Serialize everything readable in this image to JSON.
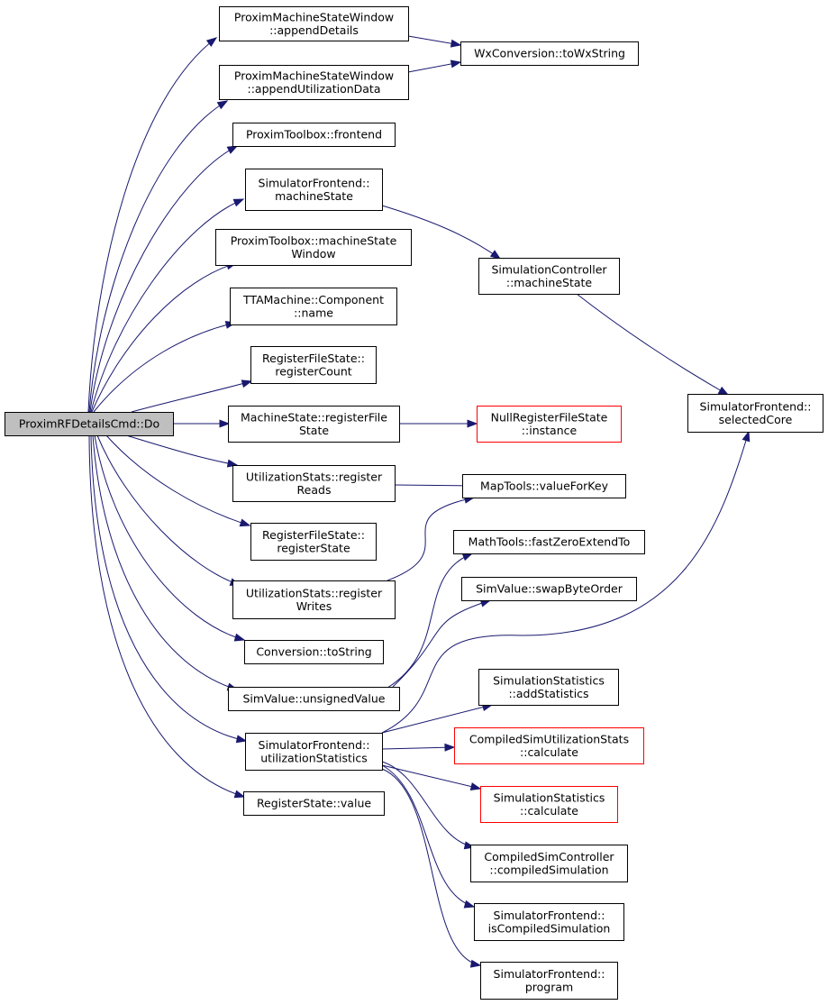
{
  "diagram": {
    "type": "call-graph",
    "colors": {
      "edge": "#191970",
      "node_border": "#000000",
      "root_fill": "#bfbfbf",
      "undocumented_border": "#ff0000",
      "background": "#ffffff"
    },
    "nodes": [
      {
        "id": "root",
        "lines": [
          "ProximRFDetailsCmd::Do"
        ],
        "style": "root"
      },
      {
        "id": "pmsw_append_details",
        "lines": [
          "ProximMachineStateWindow",
          "::appendDetails"
        ],
        "style": "normal"
      },
      {
        "id": "pmsw_append_util",
        "lines": [
          "ProximMachineStateWindow",
          "::appendUtilizationData"
        ],
        "style": "normal"
      },
      {
        "id": "wx_to_wx_string",
        "lines": [
          "WxConversion::toWxString"
        ],
        "style": "normal"
      },
      {
        "id": "proxim_toolbox_frontend",
        "lines": [
          "ProximToolbox::frontend"
        ],
        "style": "normal"
      },
      {
        "id": "sf_machine_state",
        "lines": [
          "SimulatorFrontend::",
          "machineState"
        ],
        "style": "normal"
      },
      {
        "id": "pt_machine_state_window",
        "lines": [
          "ProximToolbox::machineState",
          "Window"
        ],
        "style": "normal"
      },
      {
        "id": "sc_machine_state",
        "lines": [
          "SimulationController",
          "::machineState"
        ],
        "style": "normal"
      },
      {
        "id": "tta_component_name",
        "lines": [
          "TTAMachine::Component",
          "::name"
        ],
        "style": "normal"
      },
      {
        "id": "rfs_register_count",
        "lines": [
          "RegisterFileState::",
          "registerCount"
        ],
        "style": "normal"
      },
      {
        "id": "sf_selected_core",
        "lines": [
          "SimulatorFrontend::",
          "selectedCore"
        ],
        "style": "normal"
      },
      {
        "id": "ms_register_file_state",
        "lines": [
          "MachineState::registerFile",
          "State"
        ],
        "style": "normal"
      },
      {
        "id": "null_rfs_instance",
        "lines": [
          "NullRegisterFileState",
          "::instance"
        ],
        "style": "undocumented"
      },
      {
        "id": "us_register_reads",
        "lines": [
          "UtilizationStats::register",
          "Reads"
        ],
        "style": "normal"
      },
      {
        "id": "map_tools_value_for_key",
        "lines": [
          "MapTools::valueForKey"
        ],
        "style": "normal"
      },
      {
        "id": "rfs_register_state",
        "lines": [
          "RegisterFileState::",
          "registerState"
        ],
        "style": "normal"
      },
      {
        "id": "math_tools_fze",
        "lines": [
          "MathTools::fastZeroExtendTo"
        ],
        "style": "normal"
      },
      {
        "id": "us_register_writes",
        "lines": [
          "UtilizationStats::register",
          "Writes"
        ],
        "style": "normal"
      },
      {
        "id": "sim_value_swap",
        "lines": [
          "SimValue::swapByteOrder"
        ],
        "style": "normal"
      },
      {
        "id": "conversion_to_string",
        "lines": [
          "Conversion::toString"
        ],
        "style": "normal"
      },
      {
        "id": "sim_value_unsigned",
        "lines": [
          "SimValue::unsignedValue"
        ],
        "style": "normal"
      },
      {
        "id": "ss_add_statistics",
        "lines": [
          "SimulationStatistics",
          "::addStatistics"
        ],
        "style": "normal"
      },
      {
        "id": "sf_utilization_statistics",
        "lines": [
          "SimulatorFrontend::",
          "utilizationStatistics"
        ],
        "style": "normal"
      },
      {
        "id": "csus_calculate",
        "lines": [
          "CompiledSimUtilizationStats",
          "::calculate"
        ],
        "style": "undocumented"
      },
      {
        "id": "ss_calculate",
        "lines": [
          "SimulationStatistics",
          "::calculate"
        ],
        "style": "undocumented"
      },
      {
        "id": "register_state_value",
        "lines": [
          "RegisterState::value"
        ],
        "style": "normal"
      },
      {
        "id": "csc_compiled_simulation",
        "lines": [
          "CompiledSimController",
          "::compiledSimulation"
        ],
        "style": "normal"
      },
      {
        "id": "sf_is_compiled_simulation",
        "lines": [
          "SimulatorFrontend::",
          "isCompiledSimulation"
        ],
        "style": "normal"
      },
      {
        "id": "sf_program",
        "lines": [
          "SimulatorFrontend::",
          "program"
        ],
        "style": "normal"
      }
    ],
    "edges": [
      {
        "from": "root",
        "to": "pmsw_append_details"
      },
      {
        "from": "root",
        "to": "pmsw_append_util"
      },
      {
        "from": "root",
        "to": "proxim_toolbox_frontend"
      },
      {
        "from": "root",
        "to": "sf_machine_state"
      },
      {
        "from": "root",
        "to": "pt_machine_state_window"
      },
      {
        "from": "root",
        "to": "tta_component_name"
      },
      {
        "from": "root",
        "to": "rfs_register_count"
      },
      {
        "from": "root",
        "to": "ms_register_file_state"
      },
      {
        "from": "root",
        "to": "us_register_reads"
      },
      {
        "from": "root",
        "to": "rfs_register_state"
      },
      {
        "from": "root",
        "to": "us_register_writes"
      },
      {
        "from": "root",
        "to": "conversion_to_string"
      },
      {
        "from": "root",
        "to": "sim_value_unsigned"
      },
      {
        "from": "root",
        "to": "sf_utilization_statistics"
      },
      {
        "from": "root",
        "to": "register_state_value"
      },
      {
        "from": "pmsw_append_details",
        "to": "wx_to_wx_string"
      },
      {
        "from": "pmsw_append_util",
        "to": "wx_to_wx_string"
      },
      {
        "from": "sf_machine_state",
        "to": "sc_machine_state"
      },
      {
        "from": "sc_machine_state",
        "to": "sf_selected_core"
      },
      {
        "from": "ms_register_file_state",
        "to": "null_rfs_instance"
      },
      {
        "from": "us_register_reads",
        "to": "map_tools_value_for_key"
      },
      {
        "from": "us_register_writes",
        "to": "map_tools_value_for_key"
      },
      {
        "from": "sim_value_unsigned",
        "to": "math_tools_fze"
      },
      {
        "from": "sim_value_unsigned",
        "to": "sim_value_swap"
      },
      {
        "from": "sf_utilization_statistics",
        "to": "sf_selected_core"
      },
      {
        "from": "sf_utilization_statistics",
        "to": "ss_add_statistics"
      },
      {
        "from": "sf_utilization_statistics",
        "to": "csus_calculate"
      },
      {
        "from": "sf_utilization_statistics",
        "to": "ss_calculate"
      },
      {
        "from": "sf_utilization_statistics",
        "to": "csc_compiled_simulation"
      },
      {
        "from": "sf_utilization_statistics",
        "to": "sf_is_compiled_simulation"
      },
      {
        "from": "sf_utilization_statistics",
        "to": "sf_program"
      }
    ]
  }
}
